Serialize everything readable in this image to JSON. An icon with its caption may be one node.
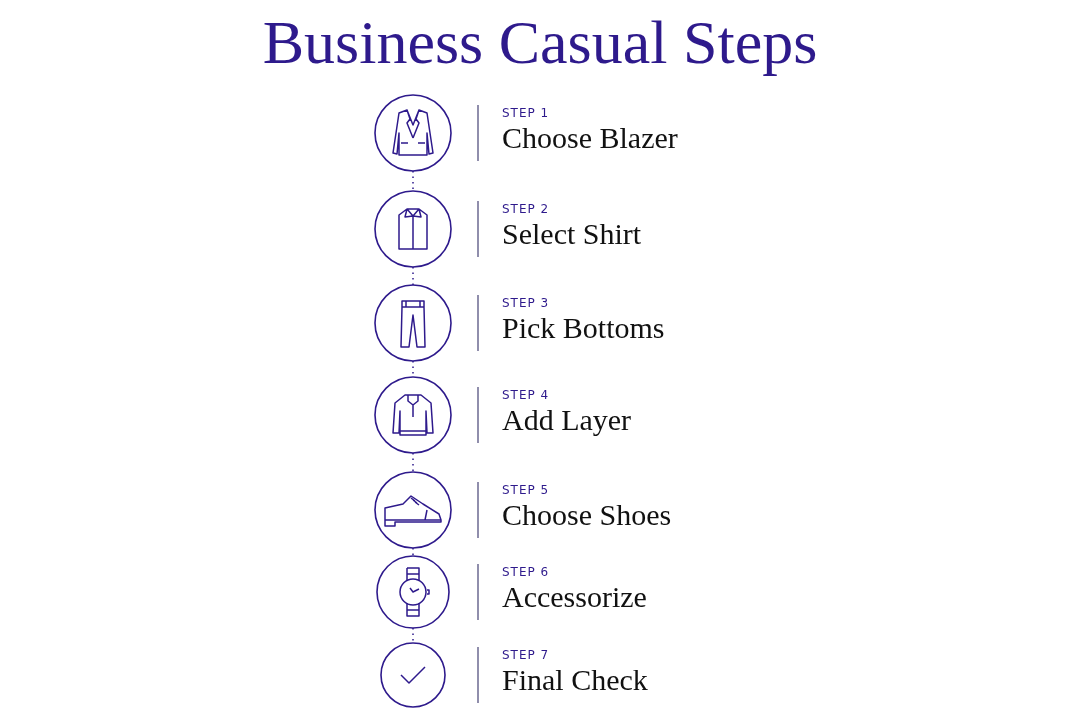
{
  "diagram": {
    "title": "Business Casual Steps",
    "nodes": [
      {
        "text": [],
        "shape": "circle",
        "beside": [
          "STEP 1",
          "Choose Blazer"
        ]
      },
      {
        "text": [],
        "shape": "circle",
        "beside": [
          "STEP 2",
          "Select Shirt"
        ]
      },
      {
        "text": [],
        "shape": "circle",
        "beside": [
          "STEP 3",
          "Pick Bottoms"
        ]
      },
      {
        "text": [],
        "shape": "circle",
        "beside": [
          "STEP 4",
          "Add Layer"
        ]
      },
      {
        "text": [],
        "shape": "circle",
        "beside": [
          "STEP 5",
          "Choose Shoes"
        ]
      },
      {
        "text": [],
        "shape": "circle",
        "beside": [
          "STEP 6",
          "Accessorize"
        ]
      },
      {
        "text": [],
        "shape": "circle",
        "beside": [
          "STEP 7",
          "Final Check"
        ]
      }
    ],
    "edges": [
      {
        "from": 0,
        "to": 1,
        "arrow": "none",
        "style": "dashed"
      },
      {
        "from": 1,
        "to": 2,
        "arrow": "none",
        "style": "dashed"
      },
      {
        "from": 2,
        "to": 3,
        "arrow": "none",
        "style": "dashed"
      },
      {
        "from": 3,
        "to": 4,
        "arrow": "none",
        "style": "dashed"
      },
      {
        "from": 4,
        "to": 5,
        "arrow": "none",
        "style": "dashed"
      },
      {
        "from": 5,
        "to": 6,
        "arrow": "none",
        "style": "dashed"
      }
    ]
  }
}
